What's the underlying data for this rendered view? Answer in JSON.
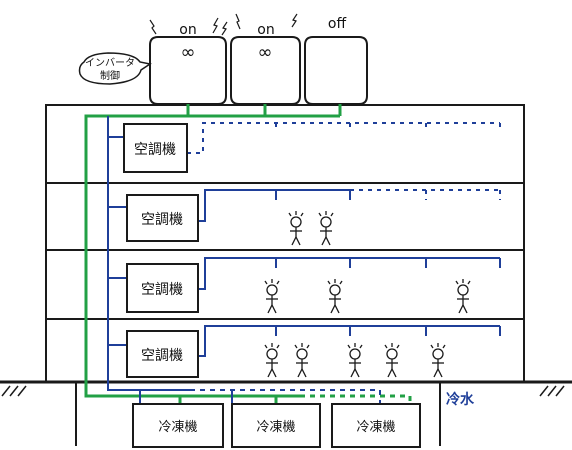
{
  "fans": [
    {
      "state": "on",
      "symbol": "∞"
    },
    {
      "state": "on",
      "symbol": "∞"
    },
    {
      "state": "off",
      "symbol": ""
    }
  ],
  "callout": {
    "line1": "インバータ",
    "line2": "制御"
  },
  "floors": [
    {
      "unit_label": "空調機",
      "people": 0
    },
    {
      "unit_label": "空調機",
      "people": 2
    },
    {
      "unit_label": "空調機",
      "people": 3
    },
    {
      "unit_label": "空調機",
      "people": 5
    }
  ],
  "chillers": [
    {
      "label": "冷凍機"
    },
    {
      "label": "冷凍機"
    },
    {
      "label": "冷凍機"
    }
  ],
  "water_label": "冷水",
  "colors": {
    "supply": "#22a045",
    "chilled": "#1f3f99",
    "outline": "#1a1a1a"
  }
}
